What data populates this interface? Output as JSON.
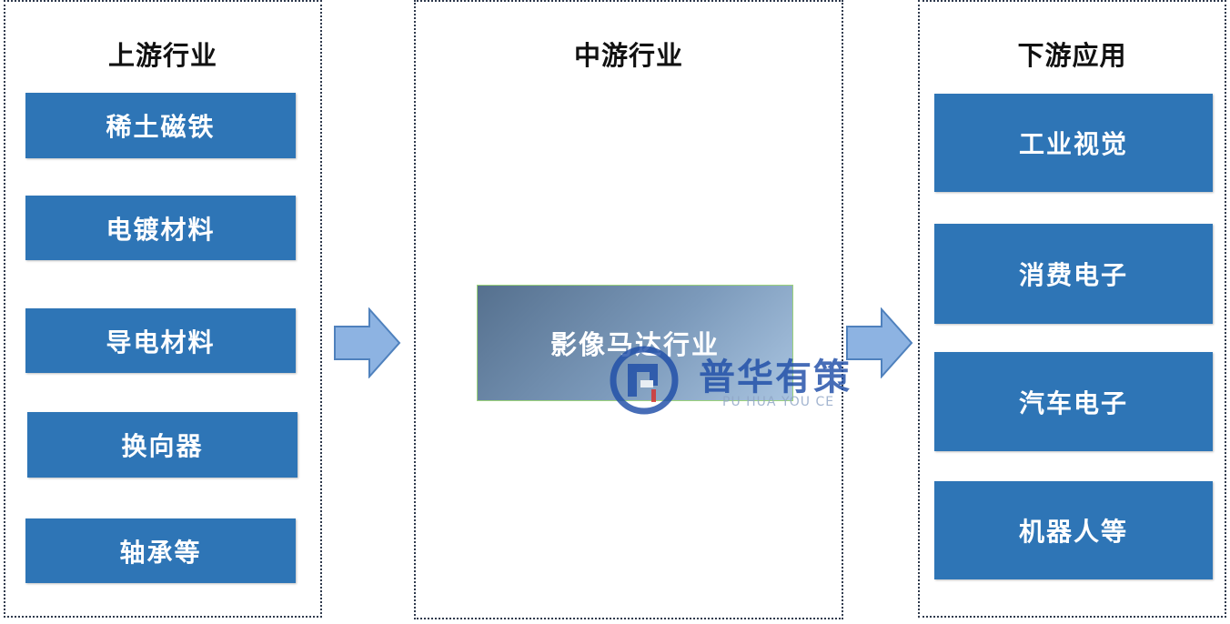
{
  "upstream": {
    "title": "上游行业",
    "items": [
      "稀土磁铁",
      "电镀材料",
      "导电材料",
      "换向器",
      "轴承等"
    ]
  },
  "midstream": {
    "title": "中游行业",
    "item": "影像马达行业"
  },
  "downstream": {
    "title": "下游应用",
    "items": [
      "工业视觉",
      "消费电子",
      "汽车电子",
      "机器人等"
    ]
  },
  "watermark": {
    "brand": "普华有策",
    "sub": "PU HUA YOU CE"
  },
  "colors": {
    "box_fill": "#2e75b6",
    "arrow_fill": "#8db3e2",
    "arrow_stroke": "#4f81bd",
    "panel_border": "#2f3a4d",
    "watermark_blue": "#1f4ea8"
  },
  "icons": [
    "arrow-right-icon",
    "brand-logo-icon"
  ]
}
